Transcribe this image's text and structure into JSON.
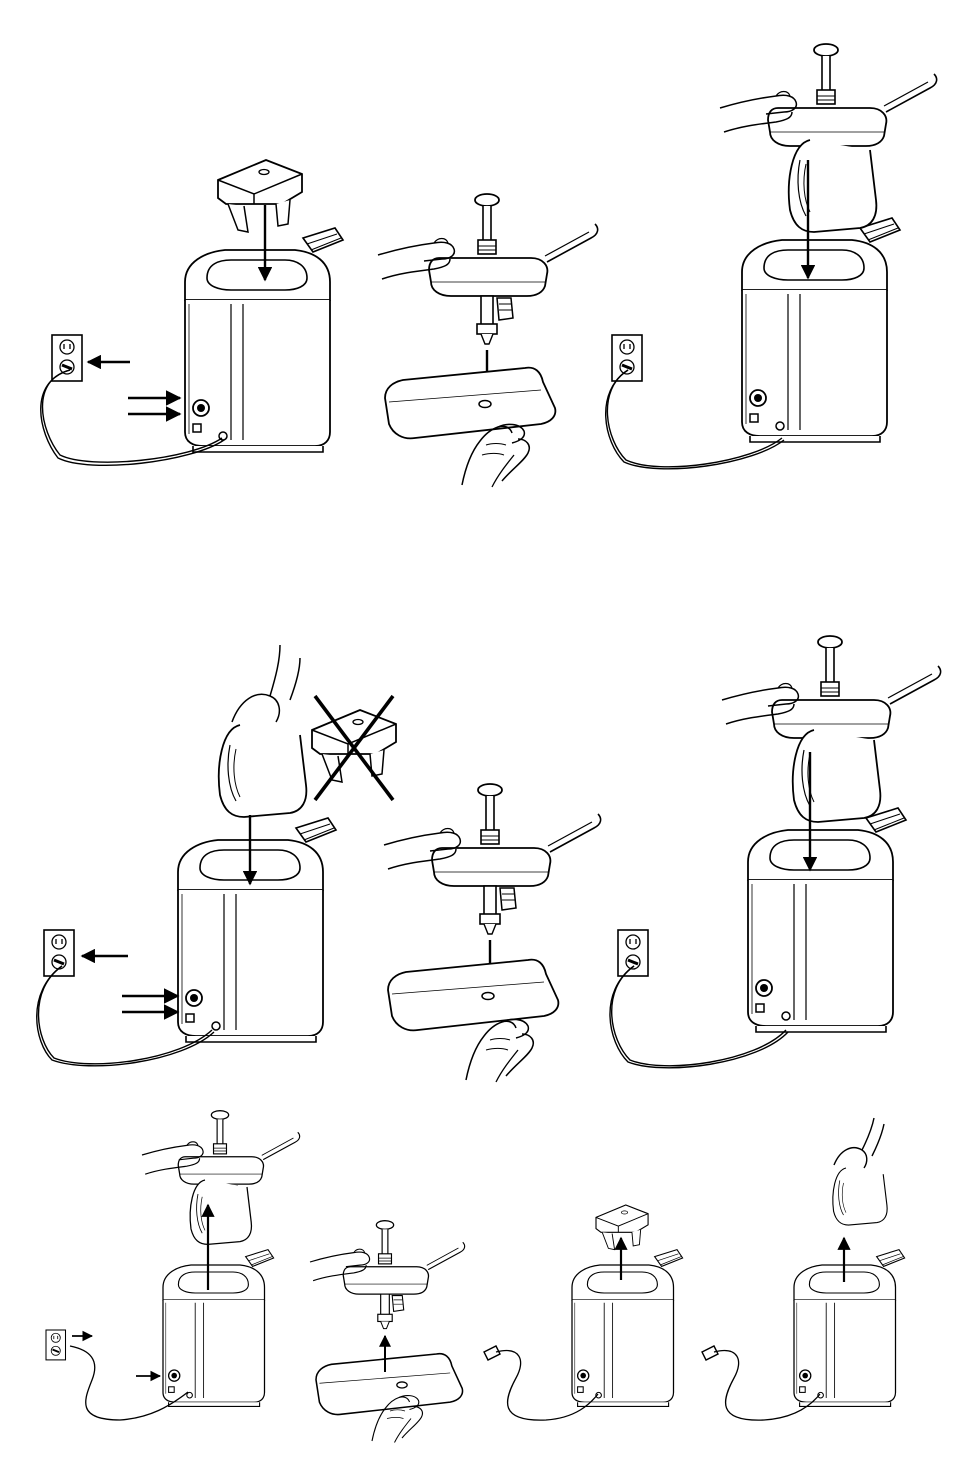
{
  "page": {
    "background": "#ffffff",
    "ink": "#000000",
    "description_free": true
  },
  "rows": [
    {
      "row_name": "row-1",
      "panels": [
        {
          "name": "panel-install-adapter",
          "icons": [
            "outlet-icon",
            "power-plug-icon",
            "warmer-unit-icon",
            "adapter-plate-icon",
            "down-arrow-icon"
          ]
        },
        {
          "name": "panel-insert-pump-into-pouch",
          "icons": [
            "hand-icon",
            "pump-icon",
            "sauce-pouch-icon",
            "down-arrow-icon"
          ]
        },
        {
          "name": "panel-lower-pump-into-warmer",
          "icons": [
            "hand-icon",
            "pump-icon",
            "pouch-icon",
            "warmer-unit-icon",
            "outlet-icon"
          ]
        }
      ]
    },
    {
      "row_name": "row-2",
      "panels": [
        {
          "name": "panel-insert-pouch-no-adapter",
          "icons": [
            "hand-icon",
            "pouch-icon",
            "crossed-adapter-icon",
            "warmer-unit-icon",
            "outlet-icon"
          ]
        },
        {
          "name": "panel-insert-pump-into-pouch-2",
          "icons": [
            "hand-icon",
            "pump-icon",
            "sauce-pouch-icon"
          ]
        },
        {
          "name": "panel-lower-pump-into-warmer-2",
          "icons": [
            "hand-icon",
            "pump-icon",
            "pouch-icon",
            "warmer-unit-icon",
            "outlet-icon"
          ]
        }
      ]
    },
    {
      "row_name": "row-3",
      "panels": [
        {
          "name": "panel-remove-pump",
          "icons": [
            "hand-icon",
            "pump-icon",
            "up-arrow-icon",
            "warmer-unit-icon",
            "outlet-icon"
          ]
        },
        {
          "name": "panel-remove-pump-from-pouch",
          "icons": [
            "hand-icon",
            "pump-icon",
            "sauce-pouch-icon",
            "up-arrow-icon"
          ]
        },
        {
          "name": "panel-remove-adapter",
          "icons": [
            "adapter-plate-icon",
            "up-arrow-icon",
            "warmer-unit-icon",
            "unplugged-cord-icon"
          ]
        },
        {
          "name": "panel-remove-pouch",
          "icons": [
            "hand-icon",
            "pouch-icon",
            "up-arrow-icon",
            "warmer-unit-icon",
            "unplugged-cord-icon"
          ]
        }
      ]
    }
  ]
}
